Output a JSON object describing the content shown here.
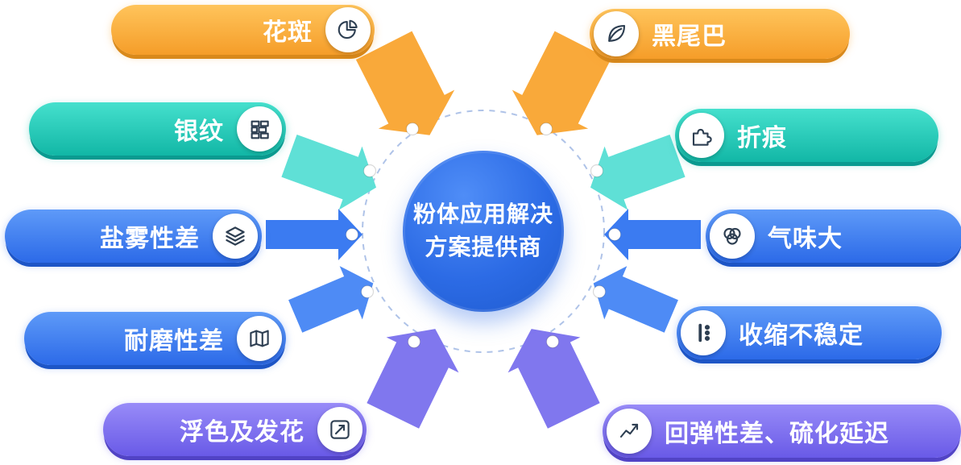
{
  "center": {
    "line1": "粉体应用解决",
    "line2": "方案提供商"
  },
  "pills": {
    "left": [
      {
        "label": "花斑",
        "icon": "pie-chart-icon",
        "color": "orange"
      },
      {
        "label": "银纹",
        "icon": "brick-wall-icon",
        "color": "teal"
      },
      {
        "label": "盐雾性差",
        "icon": "layers-icon",
        "color": "blue"
      },
      {
        "label": "耐磨性差",
        "icon": "map-icon",
        "color": "blue"
      },
      {
        "label": "浮色及发花",
        "icon": "trend-arrow-icon",
        "color": "purple"
      }
    ],
    "right": [
      {
        "label": "黑尾巴",
        "icon": "leaf-icon",
        "color": "orange"
      },
      {
        "label": "折痕",
        "icon": "puzzle-icon",
        "color": "teal"
      },
      {
        "label": "气味大",
        "icon": "odor-bubbles-icon",
        "color": "blue"
      },
      {
        "label": "收缩不稳定",
        "icon": "shrink-dots-icon",
        "color": "blue"
      },
      {
        "label": "回弹性差、硫化延迟",
        "icon": "line-chart-icon",
        "color": "purple"
      }
    ]
  },
  "colors": {
    "orange": "#F59D29",
    "teal": "#12B7A6",
    "blue": "#2C6AE8",
    "purple": "#695AE7",
    "center_blue": "#2C6BE5",
    "arrow_orange": "#F9A93A",
    "arrow_teal": "#5FE0D6",
    "arrow_blue": "#3B7BF1",
    "arrow_purple": "#8077EE",
    "dashed_ring": "#AFC3E8"
  }
}
